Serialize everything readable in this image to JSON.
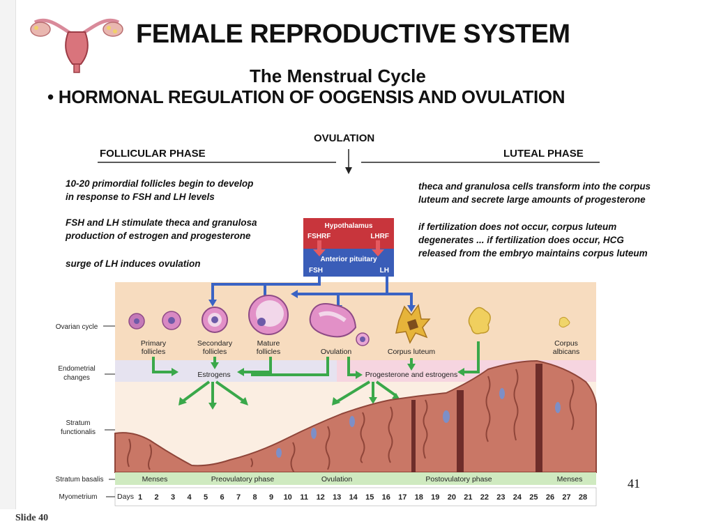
{
  "slide": {
    "title": "FEMALE REPRODUCTIVE SYSTEM",
    "subtitle": "The Menstrual Cycle",
    "heading": "• HORMONAL REGULATION OF OOGENSIS AND OVULATION",
    "page_number": "41",
    "footer": "Slide 40"
  },
  "phases": {
    "ovulation": "OVULATION",
    "follicular": "FOLLICULAR PHASE",
    "luteal": "LUTEAL PHASE"
  },
  "notes_left": [
    "10-20 primordial follicles begin to develop",
    "in response to FSH and LH levels",
    "FSH and LH stimulate theca and granulosa",
    "production of estrogen and progesterone",
    "surge of LH induces ovulation"
  ],
  "notes_right": [
    "theca and granulosa cells transform into the corpus",
    "luteum and secrete large amounts of progesterone",
    "if fertilization does not occur, corpus luteum",
    "degenerates ... if fertilization does occur, HCG",
    "released from the embryo maintains corpus luteum"
  ],
  "hormones": {
    "hypothalamus": "Hypothalamus",
    "fshrf": "FSHRF",
    "lhrf": "LHRF",
    "anterior_pituitary": "Anterior pituitary",
    "fsh": "FSH",
    "lh": "LH"
  },
  "row_labels": {
    "ovarian": "Ovarian cycle",
    "endo1": "Endometrial",
    "endo2": "changes",
    "func1": "Stratum",
    "func2": "functionalis",
    "basalis": "Stratum basalis",
    "myometrium": "Myometrium"
  },
  "follicles": {
    "primary1": "Primary",
    "primary2": "follicles",
    "secondary1": "Secondary",
    "secondary2": "follicles",
    "mature1": "Mature",
    "mature2": "follicles",
    "ovulation": "Ovulation",
    "corpus_luteum": "Corpus luteum",
    "albicans1": "Corpus",
    "albicans2": "albicans"
  },
  "hormone_labels": {
    "estrogens": "Estrogens",
    "prog_estro": "Progesterone and estrogens"
  },
  "cycle_phases": [
    "Menses",
    "Preovulatory phase",
    "Ovulation",
    "Postovulatory phase",
    "Menses"
  ],
  "days_label": "Days",
  "days": [
    "1",
    "2",
    "3",
    "4",
    "5",
    "6",
    "7",
    "8",
    "9",
    "10",
    "11",
    "12",
    "13",
    "14",
    "15",
    "16",
    "17",
    "18",
    "19",
    "20",
    "21",
    "22",
    "23",
    "24",
    "25",
    "26",
    "27",
    "28"
  ],
  "colors": {
    "hypothalamus": "#c8353c",
    "pituitary": "#3a5db8",
    "arrow_blue": "#3a63c4",
    "arrow_green": "#3aa84a",
    "ovary_band": "#f7dcbf",
    "endometrium": "#c97766",
    "basalis": "#cfeac0"
  }
}
